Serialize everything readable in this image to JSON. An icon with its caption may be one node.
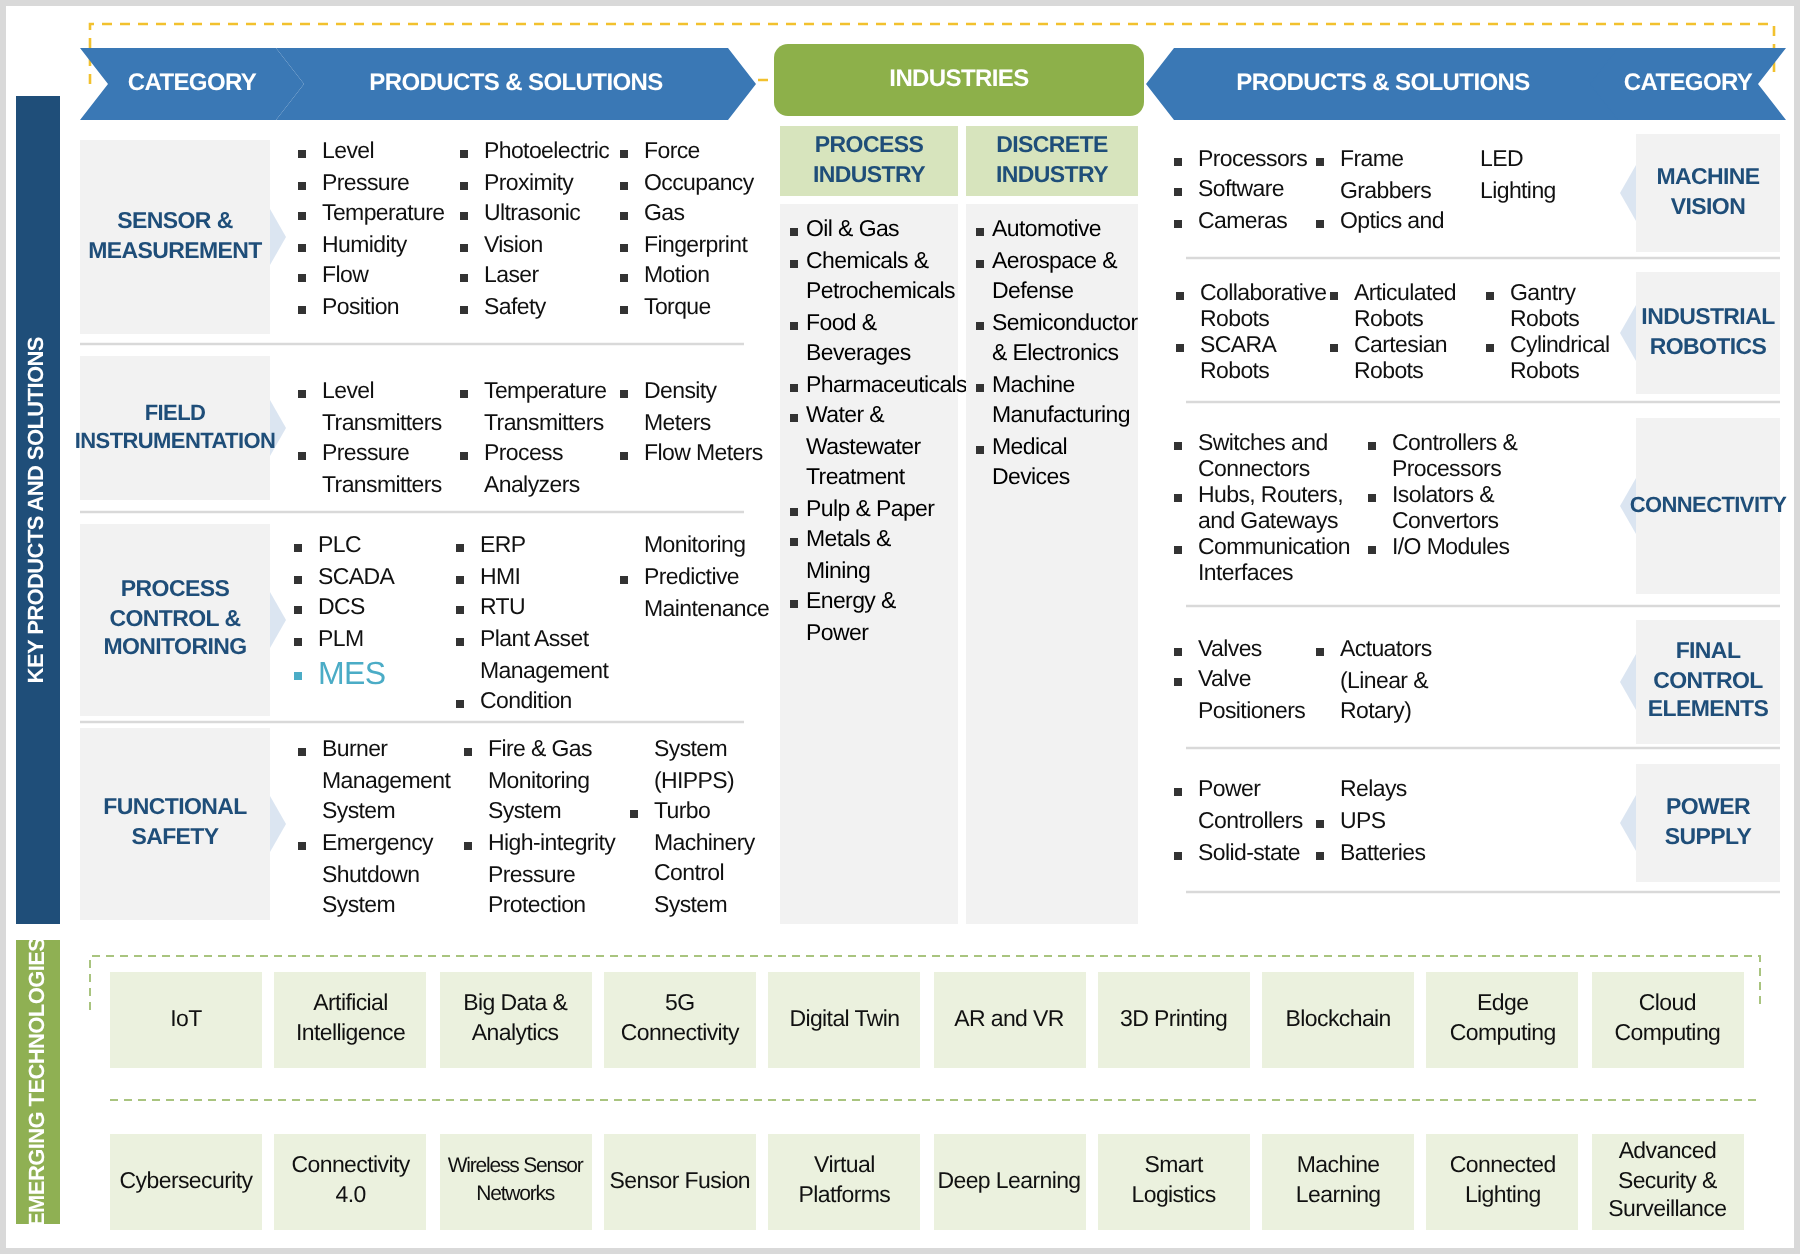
{
  "diagram": {
    "nodes": [
      {
        "text": [
          "KEY PRODUCTS AND SOLUTIONS"
        ]
      },
      {
        "text": [
          "CATEGORY"
        ]
      },
      {
        "text": [
          "PRODUCTS & SOLUTIONS"
        ]
      },
      {
        "text": [
          "INDUSTRIES"
        ]
      },
      {
        "text": [
          "PRODUCTS & SOLUTIONS"
        ]
      },
      {
        "text": [
          "CATEGORY"
        ]
      },
      {
        "text": [
          "SENSOR & MEASUREMENT"
        ]
      },
      {
        "text": [
          "FIELD INSTRUMENTATION"
        ]
      },
      {
        "text": [
          "PROCESS CONTROL & MONITORING"
        ]
      },
      {
        "text": [
          "FUNCTIONAL SAFETY"
        ]
      },
      {
        "text": [
          "PROCESS INDUSTRY"
        ]
      },
      {
        "text": [
          "DISCRETE INDUSTRY"
        ]
      },
      {
        "text": [
          "Oil & Gas",
          "Chemicals & Petrochemicals",
          "Food & Beverages",
          "Pharmaceuticals",
          "Water & Wastewater Treatment",
          "Pulp & Paper",
          "Metals & Mining",
          "Energy & Power"
        ]
      },
      {
        "text": [
          "Automotive",
          "Aerospace & Defense",
          "Semiconductor & Electronics",
          "Machine Manufacturing",
          "Medical Devices"
        ]
      },
      {
        "text": [
          "MACHINE VISION"
        ]
      },
      {
        "text": [
          "INDUSTRIAL ROBOTICS"
        ]
      },
      {
        "text": [
          "CONNECTIVITY"
        ]
      },
      {
        "text": [
          "FINAL CONTROL ELEMENTS"
        ]
      },
      {
        "text": [
          "POWER SUPPLY"
        ]
      },
      {
        "text": [
          "EMERGING TECHNOLOGIES"
        ]
      },
      {
        "text": [
          "IoT"
        ]
      },
      {
        "text": [
          "Artificial Intelligence"
        ]
      },
      {
        "text": [
          "Big Data & Analytics"
        ]
      },
      {
        "text": [
          "5G Connectivity"
        ]
      },
      {
        "text": [
          "Digital Twin"
        ]
      },
      {
        "text": [
          "AR and VR"
        ]
      },
      {
        "text": [
          "3D Printing"
        ]
      },
      {
        "text": [
          "Blockchain"
        ]
      },
      {
        "text": [
          "Edge Computing"
        ]
      },
      {
        "text": [
          "Cloud Computing"
        ]
      },
      {
        "text": [
          "Cybersecurity"
        ]
      },
      {
        "text": [
          "Connectivity 4.0"
        ]
      },
      {
        "text": [
          "Wireless Sensor Networks"
        ]
      },
      {
        "text": [
          "Sensor Fusion"
        ]
      },
      {
        "text": [
          "Virtual Platforms"
        ]
      },
      {
        "text": [
          "Deep Learning"
        ]
      },
      {
        "text": [
          "Smart Logistics"
        ]
      },
      {
        "text": [
          "Machine Learning"
        ]
      },
      {
        "text": [
          "Connected Lighting"
        ]
      },
      {
        "text": [
          "Advanced Security & Surveillance"
        ]
      }
    ],
    "labels": [
      "Level",
      "Pressure",
      "Temperature",
      "Humidity",
      "Flow",
      "Position",
      "Photoelectric",
      "Proximity",
      "Ultrasonic",
      "Vision",
      "Laser",
      "Safety",
      "Force",
      "Occupancy",
      "Gas",
      "Fingerprint",
      "Motion",
      "Torque",
      "Level Transmitters",
      "Pressure Transmitters",
      "Temperature Transmitters",
      "Process Analyzers",
      "Density Meters",
      "Flow Meters",
      "PLC",
      "SCADA",
      "DCS",
      "PLM",
      "MES",
      "ERP",
      "HMI",
      "RTU",
      "Plant Asset Management",
      "Condition",
      "Monitoring",
      "Predictive Maintenance",
      "Burner Management System",
      "Emergency Shutdown System",
      "Fire & Gas Monitoring System",
      "High-integrity Pressure Protection",
      "System (HIPPS)",
      "Turbo Machinery Control System",
      "Processors",
      "Software",
      "Cameras",
      "Frame Grabbers",
      "Optics and",
      "LED Lighting",
      "Collaborative Robots",
      "SCARA Robots",
      "Articulated Robots",
      "Cartesian Robots",
      "Gantry Robots",
      "Cylindrical Robots",
      "Switches and Connectors",
      "Hubs, Routers, and Gateways",
      "Communication Interfaces",
      "Controllers & Processors",
      "Isolators & Convertors",
      "I/O Modules",
      "Valves",
      "Valve Positioners",
      "Actuators (Linear & Rotary)",
      "Power Controllers",
      "Solid-state",
      "Relays",
      "UPS",
      "Batteries"
    ]
  }
}
